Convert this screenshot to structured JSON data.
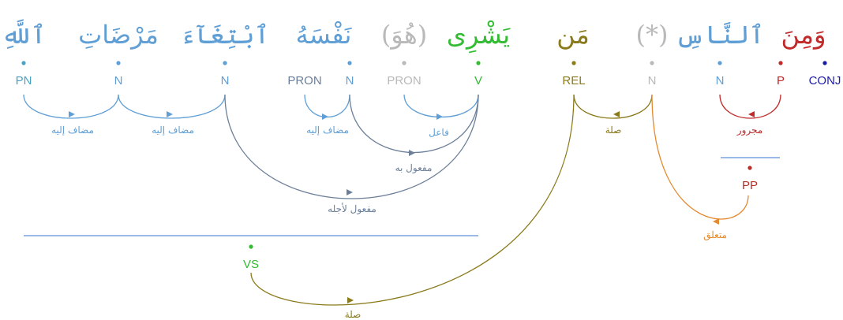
{
  "colors": {
    "noun": "#5f9fd6",
    "pron": "#6c7f99",
    "hidden": "#b9b9b9",
    "verb": "#33bb33",
    "rel": "#8a7a1a",
    "prep": "#c02a2a",
    "conj": "#1c1ca8",
    "pp": "#b8302a",
    "pp_link": "#e48a30",
    "vs": "#33bb33",
    "line": "#7a8ea6",
    "phrase_line": "#5f8fd6"
  },
  "words": [
    {
      "id": "w1",
      "text": "ٱللَّهِ",
      "color": "#5f9fd6"
    },
    {
      "id": "w2",
      "text": "مَرْضَاتِ",
      "color": "#5f9fd6"
    },
    {
      "id": "w3",
      "text": "ٱبْتِغَآءَ",
      "color": "#5f9fd6"
    },
    {
      "id": "w4",
      "text": "نَفْسَهُ",
      "color": "#5f9fd6"
    },
    {
      "id": "w5",
      "text": "(هُوَ)",
      "color": "#b9b9b9"
    },
    {
      "id": "w6",
      "text": "يَشْرِى",
      "color": "#33bb33"
    },
    {
      "id": "w7",
      "text": "مَن",
      "color": "#8a7a1a"
    },
    {
      "id": "w8",
      "text": "(*)",
      "color": "#b9b9b9"
    },
    {
      "id": "w9",
      "text": "ٱلنَّاسِ",
      "color": "#5f9fd6"
    },
    {
      "id": "w10",
      "text": "وَمِنَ",
      "color": "#c02a2a"
    }
  ],
  "tags": [
    {
      "id": "t_pn",
      "text": "PN",
      "color": "#4aa3c2"
    },
    {
      "id": "t_n1",
      "text": "N",
      "color": "#5f9fd6"
    },
    {
      "id": "t_n2",
      "text": "N",
      "color": "#5f9fd6"
    },
    {
      "id": "t_pron1",
      "text": "PRON",
      "color": "#6c7f99"
    },
    {
      "id": "t_n3",
      "text": "N",
      "color": "#5f9fd6"
    },
    {
      "id": "t_pron2",
      "text": "PRON",
      "color": "#b9b9b9"
    },
    {
      "id": "t_v",
      "text": "V",
      "color": "#33bb33"
    },
    {
      "id": "t_rel",
      "text": "REL",
      "color": "#8a7a1a"
    },
    {
      "id": "t_n4",
      "text": "N",
      "color": "#b9b9b9"
    },
    {
      "id": "t_n5",
      "text": "N",
      "color": "#5f9fd6"
    },
    {
      "id": "t_p",
      "text": "P",
      "color": "#c02a2a"
    },
    {
      "id": "t_conj",
      "text": "CONJ",
      "color": "#1c1ca8"
    }
  ],
  "phrase_tags": [
    {
      "id": "t_pp",
      "text": "PP",
      "color": "#b8302a"
    },
    {
      "id": "t_vs",
      "text": "VS",
      "color": "#33bb33"
    }
  ],
  "relations": [
    {
      "id": "r1",
      "text": "مضاف إليه",
      "color": "#5f9fd6"
    },
    {
      "id": "r2",
      "text": "مضاف إليه",
      "color": "#5f9fd6"
    },
    {
      "id": "r3",
      "text": "مضاف إليه",
      "color": "#5f9fd6"
    },
    {
      "id": "r4",
      "text": "فاعل",
      "color": "#5f9fd6"
    },
    {
      "id": "r5",
      "text": "مفعول به",
      "color": "#6c7f99"
    },
    {
      "id": "r6",
      "text": "مفعول لأجله",
      "color": "#6c7f99"
    },
    {
      "id": "r7",
      "text": "صلة",
      "color": "#8a7a1a"
    },
    {
      "id": "r8",
      "text": "مجرور",
      "color": "#c02a2a"
    },
    {
      "id": "r9",
      "text": "متعلق",
      "color": "#e48a30"
    },
    {
      "id": "r10",
      "text": "صلة",
      "color": "#8a7a1a"
    }
  ]
}
